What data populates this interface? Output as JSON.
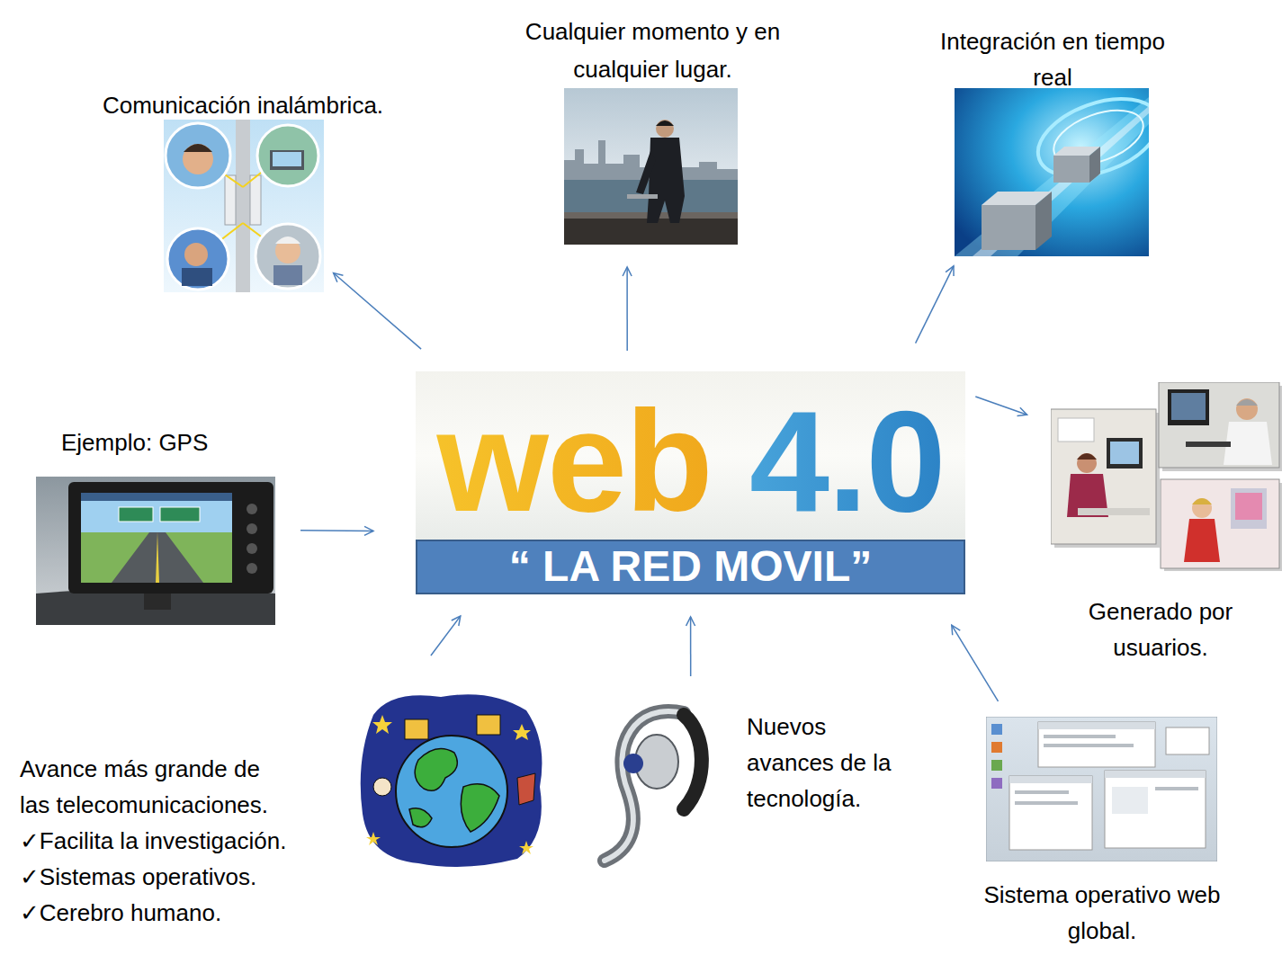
{
  "diagram": {
    "nodes": [
      {
        "text": [
          "web 4.0",
          "“ LA RED MOVIL”"
        ]
      },
      {
        "text": [
          "Comunicación inalámbrica."
        ]
      },
      {
        "text": [
          "Cualquier momento y en cualquier lugar."
        ]
      },
      {
        "text": [
          "Integración en tiempo real"
        ]
      },
      {
        "text": [
          "Generado por usuarios."
        ]
      },
      {
        "text": [
          "Ejemplo: GPS"
        ]
      },
      {
        "text": [
          "Avance más grande de las telecomunicaciones.",
          "✓Facilita la investigación.",
          "✓Sistemas operativos.",
          "✓Cerebro humano."
        ]
      },
      {
        "text": [
          "Nuevos avances de la tecnología."
        ]
      },
      {
        "text": [
          "Sistema operativo web global."
        ]
      }
    ],
    "edges": [
      {
        "from": 0,
        "to": 1,
        "arrow": "to"
      },
      {
        "from": 0,
        "to": 2,
        "arrow": "to"
      },
      {
        "from": 0,
        "to": 3,
        "arrow": "to"
      },
      {
        "from": 0,
        "to": 4,
        "arrow": "to"
      },
      {
        "from": 5,
        "to": 0,
        "arrow": "to"
      },
      {
        "from": 6,
        "to": 0,
        "arrow": "to"
      },
      {
        "from": 7,
        "to": 0,
        "arrow": "to"
      },
      {
        "from": 8,
        "to": 0,
        "arrow": "to"
      }
    ]
  }
}
